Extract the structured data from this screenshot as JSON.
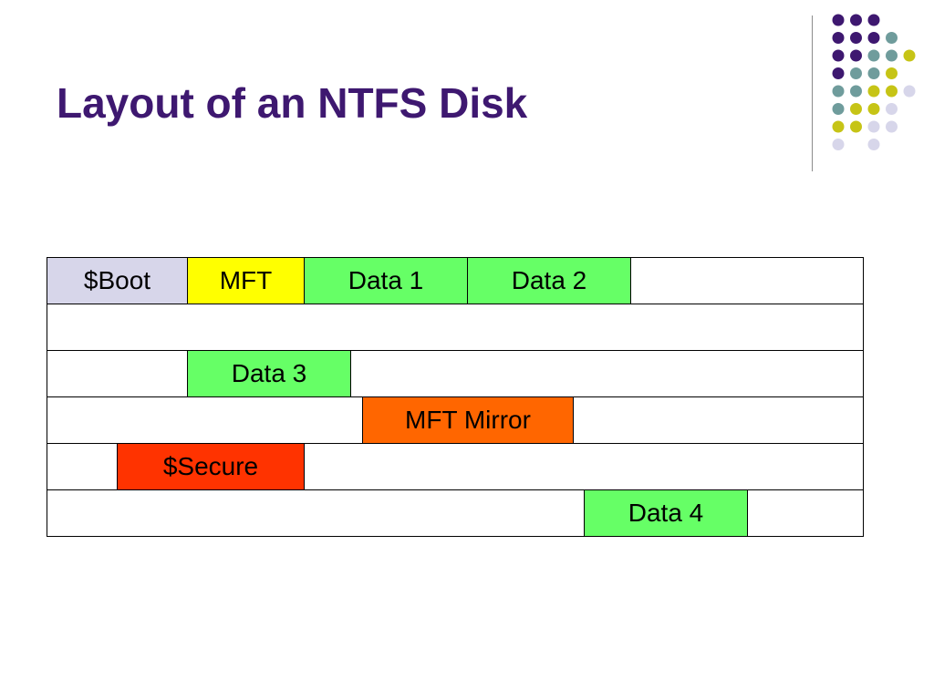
{
  "slide": {
    "title": "Layout of an NTFS Disk",
    "title_color": "#3e1870"
  },
  "decoration": {
    "dot_colors": {
      "purple": "#3e1870",
      "teal": "#6f9c9c",
      "olive": "#c6c416",
      "lavender": "#d7d6ea"
    },
    "dot_grid": [
      [
        "purple",
        "purple",
        "purple",
        "",
        ""
      ],
      [
        "purple",
        "purple",
        "purple",
        "teal",
        ""
      ],
      [
        "purple",
        "purple",
        "teal",
        "teal",
        "olive"
      ],
      [
        "purple",
        "teal",
        "teal",
        "olive",
        ""
      ],
      [
        "teal",
        "teal",
        "olive",
        "olive",
        "lavender"
      ],
      [
        "teal",
        "olive",
        "olive",
        "lavender",
        ""
      ],
      [
        "olive",
        "olive",
        "lavender",
        "lavender",
        ""
      ],
      [
        "lavender",
        "",
        "lavender",
        "",
        ""
      ]
    ]
  },
  "disk": {
    "blocks": [
      {
        "label": "$Boot",
        "color": "#d7d6ea"
      },
      {
        "label": "MFT",
        "color": "#ffff00"
      },
      {
        "label": "Data 1",
        "color": "#66ff66"
      },
      {
        "label": "Data 2",
        "color": "#66ff66"
      },
      {
        "label": "Data 3",
        "color": "#66ff66"
      },
      {
        "label": "MFT Mirror",
        "color": "#ff6600"
      },
      {
        "label": "$Secure",
        "color": "#ff3300"
      },
      {
        "label": "Data 4",
        "color": "#66ff66"
      }
    ]
  }
}
